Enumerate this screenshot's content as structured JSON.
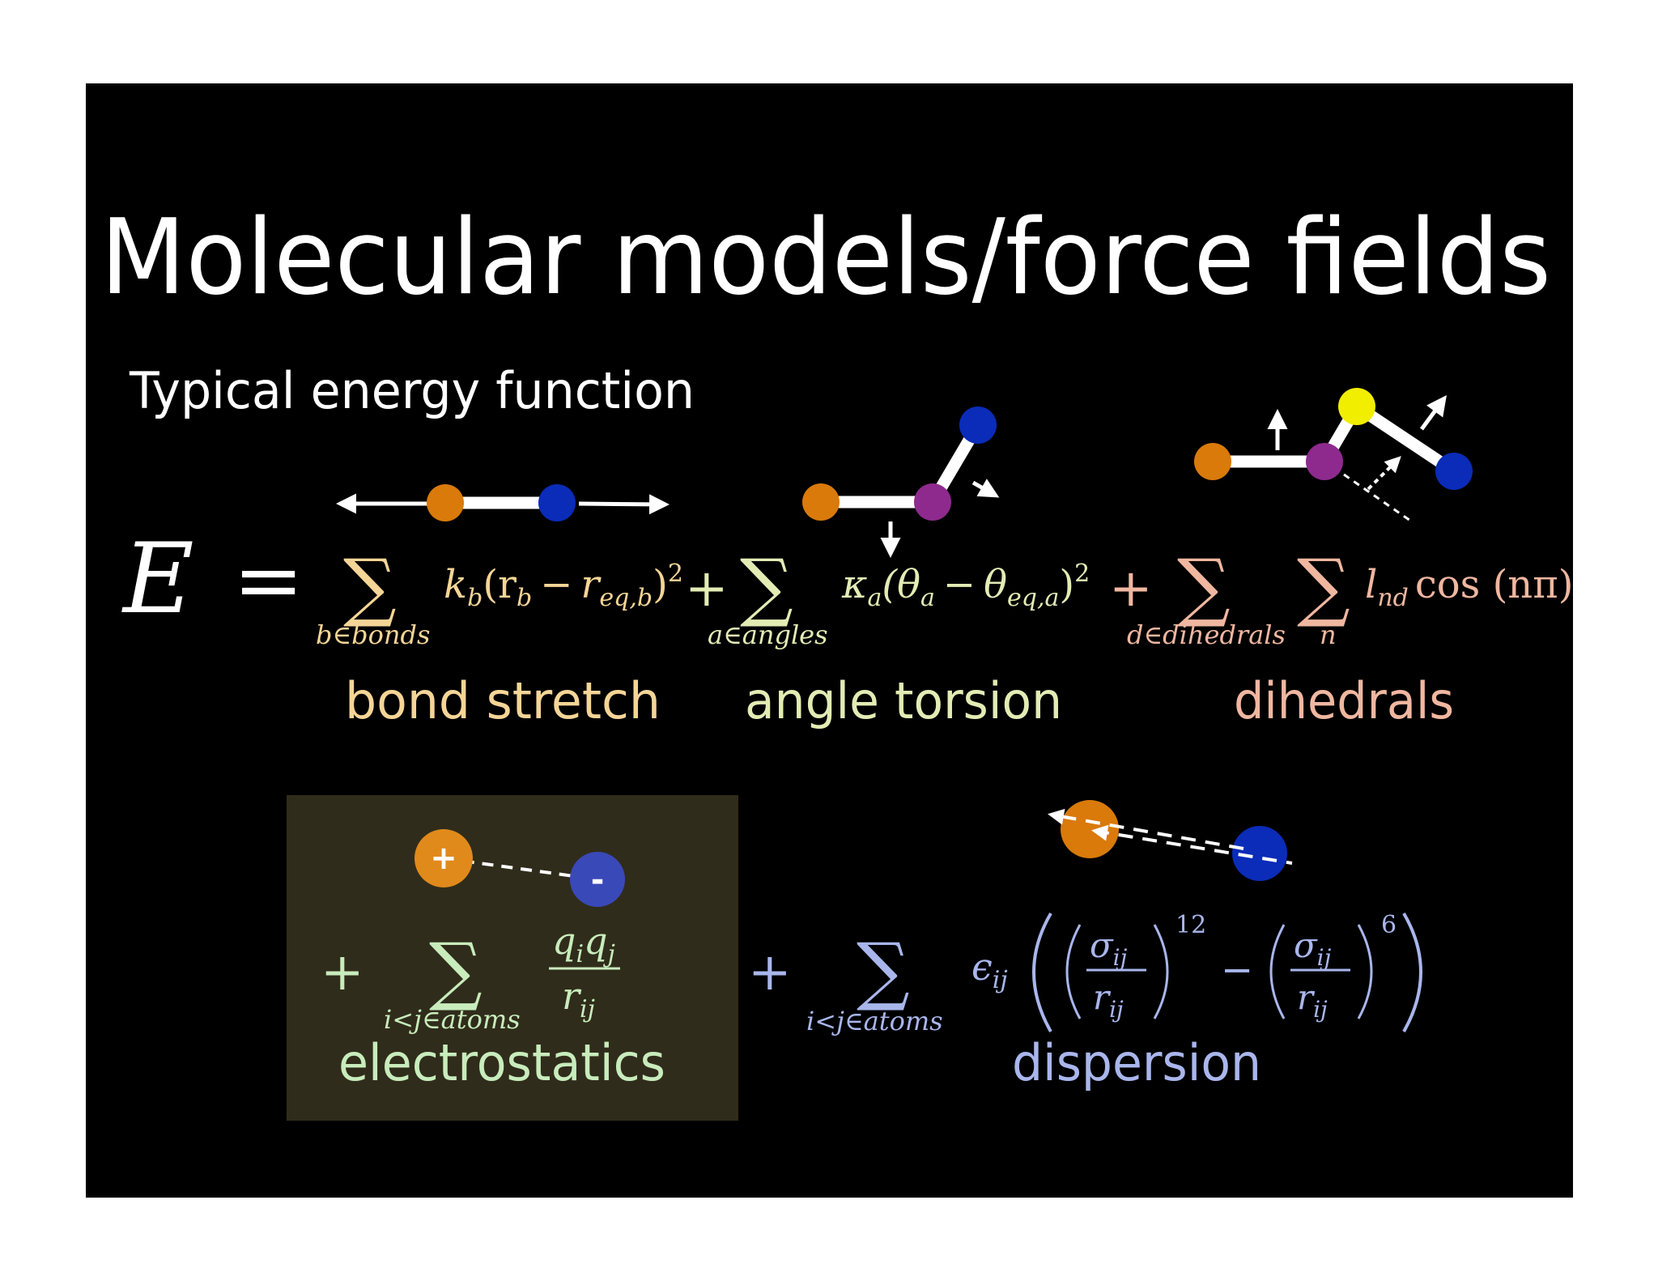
{
  "slide": {
    "title": "Molecular models/force fields",
    "subtitle": "Typical energy function"
  },
  "labels": {
    "bond": "bond stretch",
    "angle": "angle torsion",
    "dihedral": "dihedrals",
    "electrostatic": "electrostatics",
    "dispersion": "dispersion"
  },
  "equation": {
    "lhs": "E",
    "equals": "=",
    "sum": "∑",
    "plus": "+",
    "minus": "−",
    "bond_index": "b∈bonds",
    "bond_k": "k",
    "bond_k_sub": "b",
    "bond_open": "(r",
    "bond_r_sub": "b",
    "bond_minus": "−",
    "bond_req": "r",
    "bond_req_sub": "eq,b",
    "bond_close": ")",
    "square": "2",
    "angle_index": "a∈angles",
    "angle_k": "κ",
    "angle_k_sub": "a",
    "angle_open": "(θ",
    "angle_t_sub": "a",
    "angle_minus": "−",
    "angle_teq": "θ",
    "angle_teq_sub": "eq,a",
    "angle_close": ")",
    "dihedral_index": "d∈dihedrals",
    "n_index": "n",
    "dihedral_l": "l",
    "dihedral_l_sub": "nd",
    "dihedral_cos": "cos (nπ)",
    "elec_index": "i<j∈atoms",
    "elec_num": "q",
    "elec_num_i": "i",
    "elec_num_q": "q",
    "elec_num_j": "j",
    "elec_den": "r",
    "elec_den_sub": "ij",
    "disp_index": "i<j∈atoms",
    "eps": "ϵ",
    "eps_sub": "ij",
    "sigma": "σ",
    "sigma_sub": "ij",
    "r": "r",
    "r_sub": "ij",
    "exp12": "12",
    "exp6": "6"
  },
  "charges": {
    "positive": "+",
    "negative": "-"
  },
  "colors": {
    "slide_bg": "#000000",
    "title": "#ffffff",
    "bond_text": "#f5d597",
    "angle_text": "#e2ecb4",
    "dihedral_text": "#f0b7a0",
    "electro_text": "#c8ecbc",
    "electro_box": "#302c1b",
    "dispersion_text": "#a9b6ec",
    "atom_orange": "#d97a0a",
    "atom_blue": "#0a2cb8",
    "atom_purple": "#8e2a8e",
    "atom_yellow": "#f2ee00",
    "charge_plus": "#e08a1c",
    "charge_minus": "#3a49b8"
  }
}
